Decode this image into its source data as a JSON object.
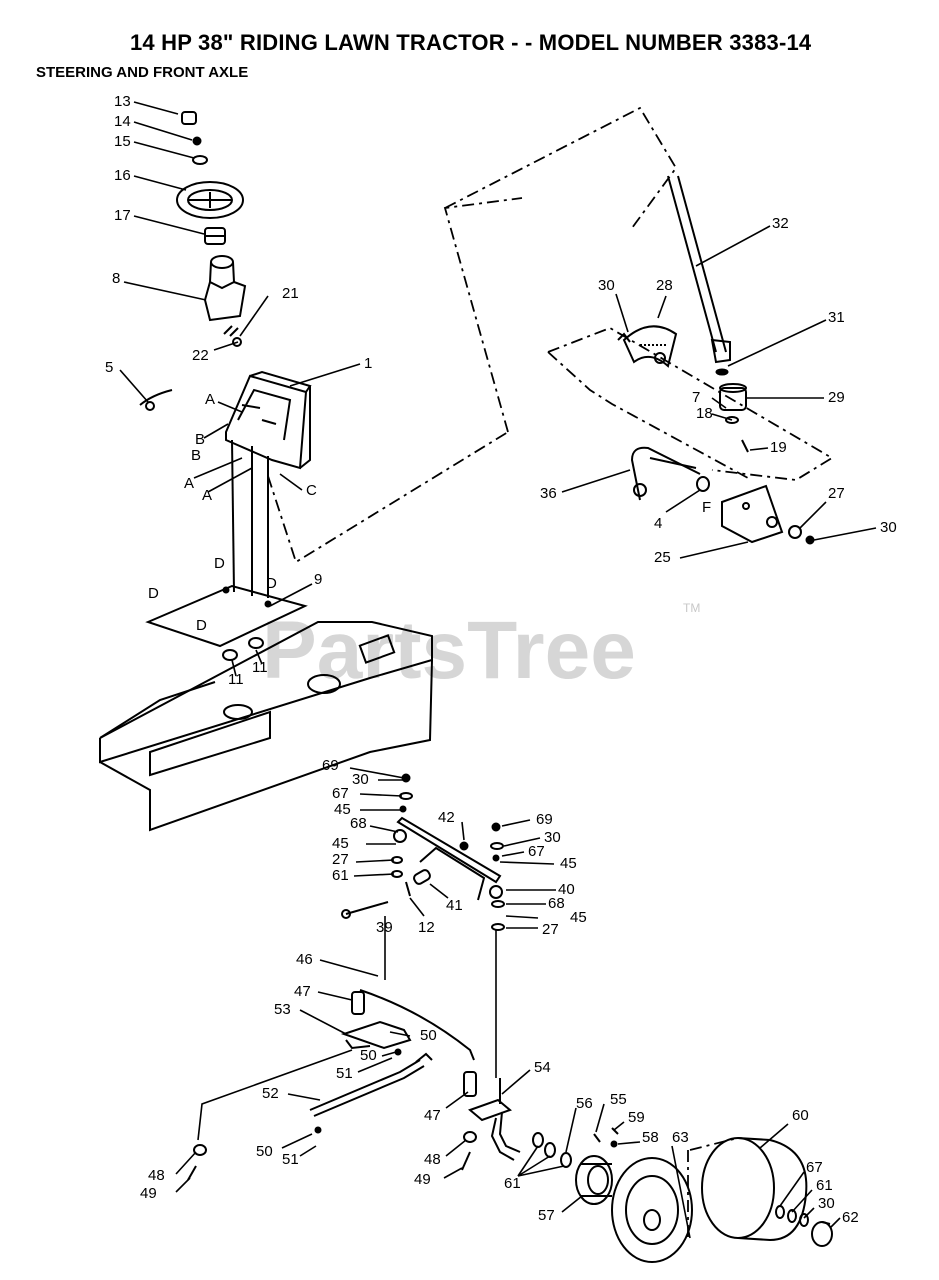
{
  "title": "14 HP 38\" RIDING LAWN TRACTOR - - MODEL NUMBER 3383-14",
  "subtitle": "STEERING AND FRONT AXLE",
  "watermark": "PartsTree",
  "watermark_tm": "TM",
  "callouts": [
    "13",
    "14",
    "15",
    "16",
    "17",
    "8",
    "21",
    "22",
    "5",
    "1",
    "A",
    "B",
    "B",
    "A",
    "A",
    "C",
    "D",
    "D",
    "D",
    "D",
    "9",
    "11",
    "11",
    "30",
    "28",
    "32",
    "31",
    "29",
    "7",
    "18",
    "19",
    "36",
    "4",
    "F",
    "25",
    "27",
    "30",
    "69",
    "30",
    "67",
    "45",
    "68",
    "45",
    "27",
    "61",
    "42",
    "69",
    "30",
    "67",
    "45",
    "40",
    "68",
    "45",
    "27",
    "41",
    "39",
    "12",
    "46",
    "47",
    "53",
    "50",
    "50",
    "51",
    "52",
    "47",
    "54",
    "48",
    "49",
    "50",
    "51",
    "48",
    "49",
    "61",
    "56",
    "55",
    "59",
    "58",
    "63",
    "60",
    "57",
    "67",
    "61",
    "30",
    "62"
  ]
}
